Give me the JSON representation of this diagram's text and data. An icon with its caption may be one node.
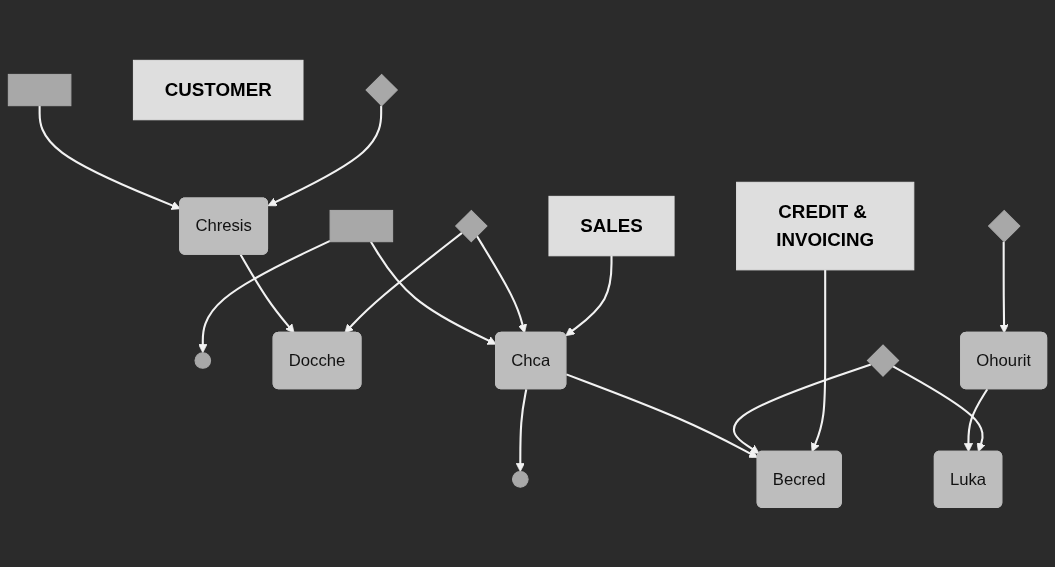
{
  "diagram": {
    "nodes": [
      {
        "text": [],
        "shape": "box"
      },
      {
        "text": [],
        "shape": "box"
      },
      {
        "text": [
          "CUSTOMER"
        ]
      },
      {
        "text": [
          "Chresis"
        ]
      },
      {
        "text": [],
        "shape": "diamond"
      },
      {
        "text": [],
        "shape": "ellipse"
      },
      {
        "text": [
          "Docche"
        ]
      },
      {
        "text": [],
        "shape": "diamond"
      },
      {
        "text": [
          "Chca"
        ]
      },
      {
        "text": [
          "SALES"
        ]
      },
      {
        "text": [
          "Ohourit"
        ]
      },
      {
        "text": [],
        "shape": "diamond"
      },
      {
        "text": [],
        "shape": "ellipse"
      },
      {
        "text": [
          "Luka"
        ]
      },
      {
        "text": [],
        "shape": "diamond"
      },
      {
        "text": [
          "Becred"
        ]
      },
      {
        "text": [
          "CREDIT & INVOICING"
        ]
      }
    ],
    "edges": [
      {
        "from": 0,
        "to": 3,
        "arrow": "to"
      },
      {
        "from": 4,
        "to": 3,
        "arrow": "to"
      },
      {
        "from": 1,
        "to": 5,
        "arrow": "to"
      },
      {
        "from": 1,
        "to": 8,
        "arrow": "to"
      },
      {
        "from": 3,
        "to": 6,
        "arrow": "to"
      },
      {
        "from": 7,
        "to": 6,
        "arrow": "to"
      },
      {
        "from": 7,
        "to": 8,
        "arrow": "to"
      },
      {
        "from": 9,
        "to": 8,
        "arrow": "to"
      },
      {
        "from": 8,
        "to": 12,
        "arrow": "to"
      },
      {
        "from": 8,
        "to": 15,
        "arrow": "to"
      },
      {
        "from": 11,
        "to": 10,
        "arrow": "to"
      },
      {
        "from": 10,
        "to": 13,
        "arrow": "to"
      },
      {
        "from": 14,
        "to": 13,
        "arrow": "to"
      },
      {
        "from": 14,
        "to": 15,
        "arrow": "to"
      },
      {
        "from": 16,
        "to": 15,
        "arrow": "to"
      }
    ]
  }
}
